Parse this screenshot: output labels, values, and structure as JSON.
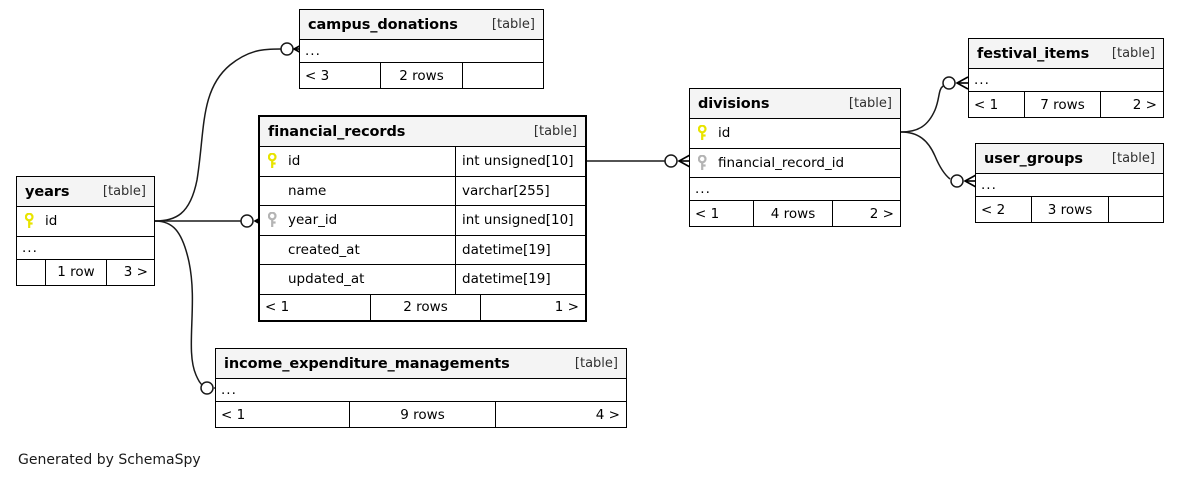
{
  "diagram": {
    "generator_caption": "Generated by SchemaSpy",
    "kind_label": "[table]",
    "ellipsis": "...",
    "icons": {
      "primary_key": "yellow-key-icon",
      "foreign_key": "grey-key-icon"
    },
    "colors": {
      "primary_key": "#e8e400",
      "foreign_key": "#b4b4b4",
      "header_background": "#f4f4f4",
      "border": "#000000",
      "background": "#ffffff"
    }
  },
  "tables": {
    "campus_donations": {
      "name": "campus_donations",
      "kind": "[table]",
      "columns": [],
      "has_ellipsis": true,
      "footer": {
        "left": "< 3",
        "middle": "2 rows",
        "right": ""
      }
    },
    "financial_records": {
      "name": "financial_records",
      "kind": "[table]",
      "columns": [
        {
          "key": "primary",
          "name": "id",
          "type": "int unsigned[10]"
        },
        {
          "key": "none",
          "name": "name",
          "type": "varchar[255]"
        },
        {
          "key": "foreign",
          "name": "year_id",
          "type": "int unsigned[10]"
        },
        {
          "key": "none",
          "name": "created_at",
          "type": "datetime[19]"
        },
        {
          "key": "none",
          "name": "updated_at",
          "type": "datetime[19]"
        }
      ],
      "has_ellipsis": false,
      "footer": {
        "left": "< 1",
        "middle": "2 rows",
        "right": "1 >"
      }
    },
    "years": {
      "name": "years",
      "kind": "[table]",
      "columns": [
        {
          "key": "primary",
          "name": "id",
          "type": ""
        }
      ],
      "has_ellipsis": true,
      "footer": {
        "left": "",
        "middle": "1 row",
        "right": "3 >"
      }
    },
    "divisions": {
      "name": "divisions",
      "kind": "[table]",
      "columns": [
        {
          "key": "primary",
          "name": "id",
          "type": ""
        },
        {
          "key": "foreign",
          "name": "financial_record_id",
          "type": ""
        }
      ],
      "has_ellipsis": true,
      "footer": {
        "left": "< 1",
        "middle": "4 rows",
        "right": "2 >"
      }
    },
    "festival_items": {
      "name": "festival_items",
      "kind": "[table]",
      "columns": [],
      "has_ellipsis": true,
      "footer": {
        "left": "< 1",
        "middle": "7 rows",
        "right": "2 >"
      }
    },
    "user_groups": {
      "name": "user_groups",
      "kind": "[table]",
      "columns": [],
      "has_ellipsis": true,
      "footer": {
        "left": "< 2",
        "middle": "3 rows",
        "right": ""
      }
    },
    "income_expenditure_managements": {
      "name": "income_expenditure_managements",
      "kind": "[table]",
      "columns": [],
      "has_ellipsis": true,
      "footer": {
        "left": "< 1",
        "middle": "9 rows",
        "right": "4 >"
      }
    }
  },
  "relationships": [
    {
      "from": "years",
      "to": "campus_donations"
    },
    {
      "from": "years",
      "to": "financial_records"
    },
    {
      "from": "years",
      "to": "income_expenditure_managements"
    },
    {
      "from": "financial_records",
      "to": "divisions"
    },
    {
      "from": "divisions",
      "to": "festival_items"
    },
    {
      "from": "divisions",
      "to": "user_groups"
    }
  ]
}
